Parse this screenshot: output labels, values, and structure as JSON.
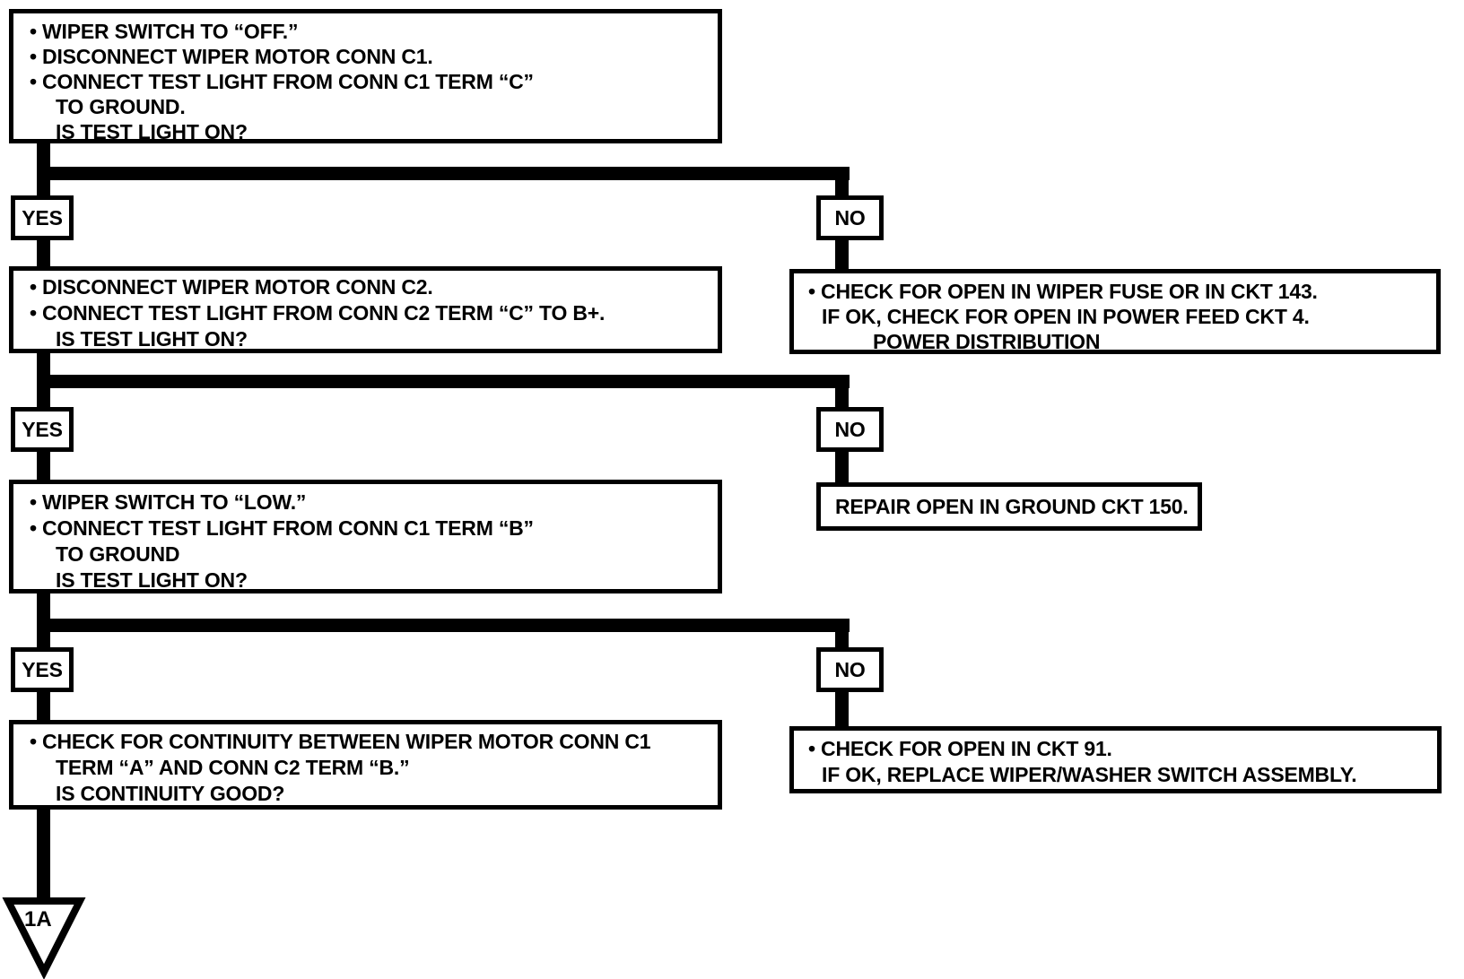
{
  "colors": {
    "ink": "#000000",
    "paper": "#ffffff"
  },
  "boxes": {
    "step1": {
      "lines": [
        "• WIPER SWITCH TO “OFF.”",
        "• DISCONNECT WIPER MOTOR CONN C1.",
        "• CONNECT TEST LIGHT FROM CONN C1 TERM “C”",
        "TO GROUND.",
        "IS TEST LIGHT ON?"
      ]
    },
    "branch1": {
      "yes": "YES",
      "no": "NO"
    },
    "step2": {
      "lines": [
        "• DISCONNECT WIPER MOTOR CONN C2.",
        "• CONNECT TEST LIGHT FROM CONN C2 TERM “C” TO B+.",
        "IS TEST LIGHT ON?"
      ]
    },
    "action1": {
      "lines": [
        "• CHECK FOR OPEN IN WIPER FUSE OR IN CKT 143.",
        "IF OK, CHECK FOR OPEN IN POWER FEED CKT 4.",
        "POWER DISTRIBUTION"
      ]
    },
    "branch2": {
      "yes": "YES",
      "no": "NO"
    },
    "step3": {
      "lines": [
        "• WIPER SWITCH TO  “LOW.”",
        "• CONNECT TEST LIGHT FROM CONN C1 TERM “B”",
        "TO GROUND",
        "IS TEST LIGHT ON?"
      ]
    },
    "action2": {
      "text": "REPAIR OPEN IN GROUND CKT 150."
    },
    "branch3": {
      "yes": "YES",
      "no": "NO"
    },
    "step4": {
      "lines": [
        "• CHECK FOR CONTINUITY BETWEEN WIPER MOTOR CONN C1",
        "TERM “A” AND CONN C2 TERM “B.”",
        "IS CONTINUITY GOOD?"
      ]
    },
    "action3": {
      "lines": [
        "• CHECK FOR OPEN IN CKT 91.",
        "IF OK, REPLACE WIPER/WASHER SWITCH ASSEMBLY."
      ]
    },
    "offpage": {
      "label": "1A"
    }
  }
}
